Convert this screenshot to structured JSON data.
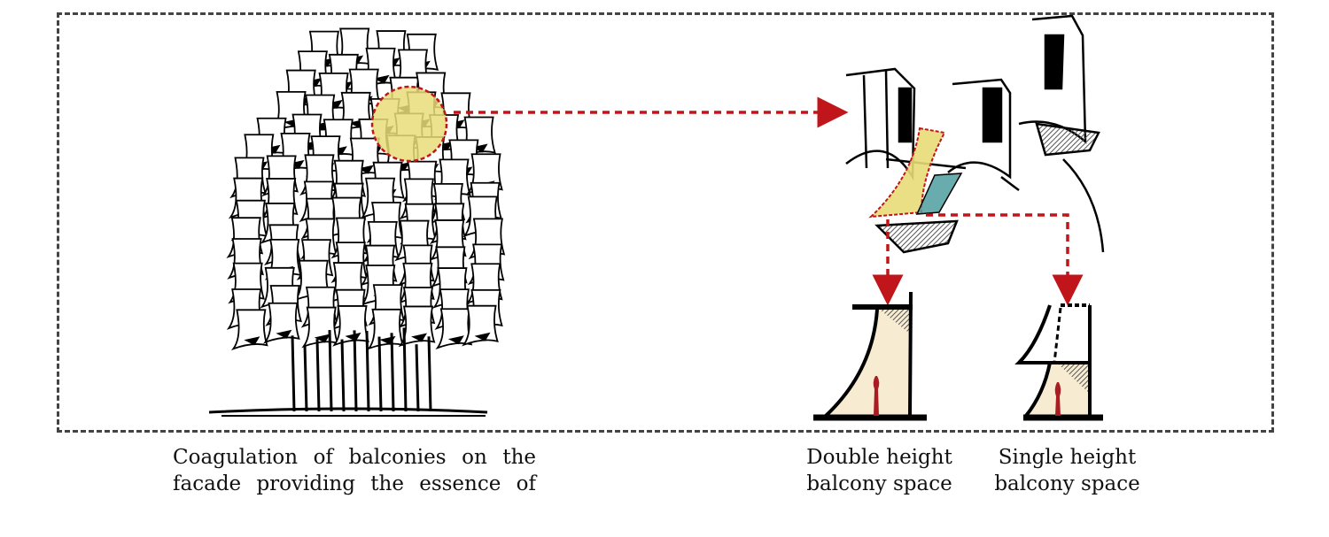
{
  "captions": {
    "facade": {
      "line1": "Coagulation of balconies on the",
      "line2": "facade providing the essence of"
    },
    "double": {
      "line1": "Double height",
      "line2": "balcony space"
    },
    "single": {
      "line1": "Single height",
      "line2": "balcony space"
    }
  },
  "colors": {
    "arrow": "#c0161b",
    "highlight": "#e9dc78",
    "teal": "#4f9ea0",
    "interior": "#f7ecd2",
    "figure": "#a81c22",
    "frame": "#444444"
  }
}
